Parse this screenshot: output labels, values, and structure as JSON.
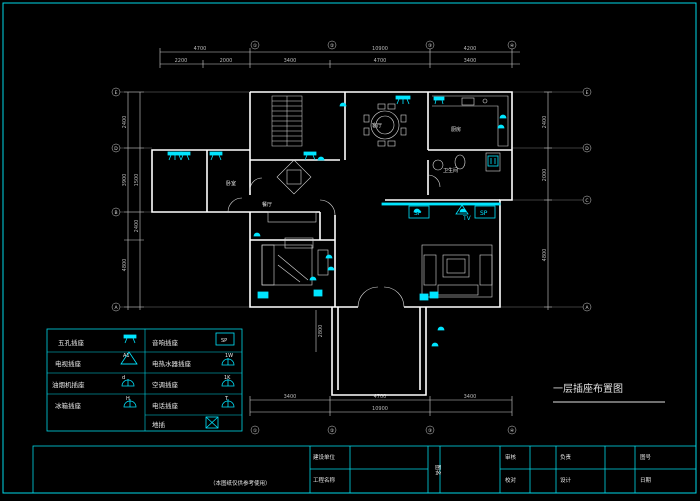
{
  "drawing": {
    "title": "一层插座布置图",
    "background": "#000000",
    "line_color": "#ffffff",
    "accent_color": "#00e5ff"
  },
  "grid": {
    "columns": [
      "①",
      "②",
      "③",
      "④"
    ],
    "rows": [
      "E",
      "D",
      "C",
      "B",
      "A"
    ]
  },
  "dimensions": {
    "top_outer": [
      "4700",
      "10900",
      "4200"
    ],
    "top_inner": [
      "2200",
      "2000",
      "3400",
      "4700",
      "3400"
    ],
    "left": [
      "2400",
      "1500",
      "3900",
      "2400",
      "4800"
    ],
    "right": [
      "2400",
      "2000",
      "4800"
    ],
    "bottom": [
      "3400",
      "4700",
      "3400",
      "10900"
    ],
    "porch": "2800"
  },
  "rooms": {
    "living": "客厅",
    "kitchen": "厨房",
    "bedroom": "卧室",
    "dining": "餐厅",
    "bath": "卫生间"
  },
  "fixtures": {
    "sp_left": "SP",
    "tv": "TV",
    "sp_right": "SP"
  },
  "legend": {
    "items": [
      {
        "label": "五孔插座",
        "symbol": "five-hole-socket-icon"
      },
      {
        "label": "音响插座",
        "symbol": "speaker-socket-icon",
        "code": "SP"
      },
      {
        "label": "电视插座",
        "symbol": "tv-socket-icon",
        "code": "A1"
      },
      {
        "label": "电热水器插座",
        "symbol": "water-heater-socket-icon",
        "code": "1W"
      },
      {
        "label": "油烟机插座",
        "symbol": "hood-socket-icon",
        "code": "d"
      },
      {
        "label": "空调插座",
        "symbol": "ac-socket-icon",
        "code": "1K"
      },
      {
        "label": "冰箱插座",
        "symbol": "fridge-socket-icon",
        "code": "H"
      },
      {
        "label": "电话插座",
        "symbol": "phone-socket-icon",
        "code": "T"
      },
      {
        "label": "地插",
        "symbol": "floor-socket-icon"
      }
    ]
  },
  "title_block": {
    "project_label": "建设单位",
    "project_name_label": "工程名称",
    "drawing_name_label": "图名",
    "reviewer_label": "审核",
    "checker_label": "校对",
    "lead_label": "负责",
    "designer_label": "设计",
    "sheet_no_label": "图号",
    "date_label": "日期",
    "note": "（本图纸仅供参考使用）"
  }
}
